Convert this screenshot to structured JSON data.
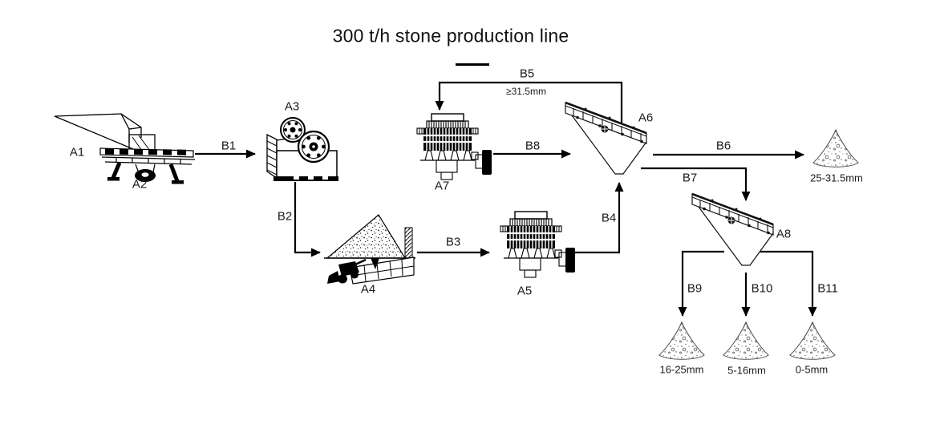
{
  "title": "300 t/h stone production line",
  "machines": {
    "a1": "A1",
    "a2": "A2",
    "a3": "A3",
    "a4": "A4",
    "a5": "A5",
    "a6": "A6",
    "a7": "A7",
    "a8": "A8"
  },
  "flows": {
    "b1": "B1",
    "b2": "B2",
    "b3": "B3",
    "b4": "B4",
    "b5": "B5",
    "b5_note": "≥31.5mm",
    "b6": "B6",
    "b7": "B7",
    "b8": "B8",
    "b9": "B9",
    "b10": "B10",
    "b11": "B11"
  },
  "outputs": {
    "oversize": "25-31.5mm",
    "large": "16-25mm",
    "medium": "5-16mm",
    "fine": "0-5mm"
  },
  "colors": {
    "ink": "#000000",
    "label": "#1b1b1b",
    "background": "#ffffff"
  }
}
